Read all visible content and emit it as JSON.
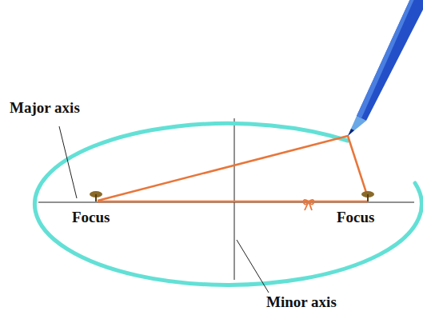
{
  "diagram": {
    "labels": [
      "Major axis",
      "Focus",
      "Focus",
      "Minor axis"
    ]
  }
}
